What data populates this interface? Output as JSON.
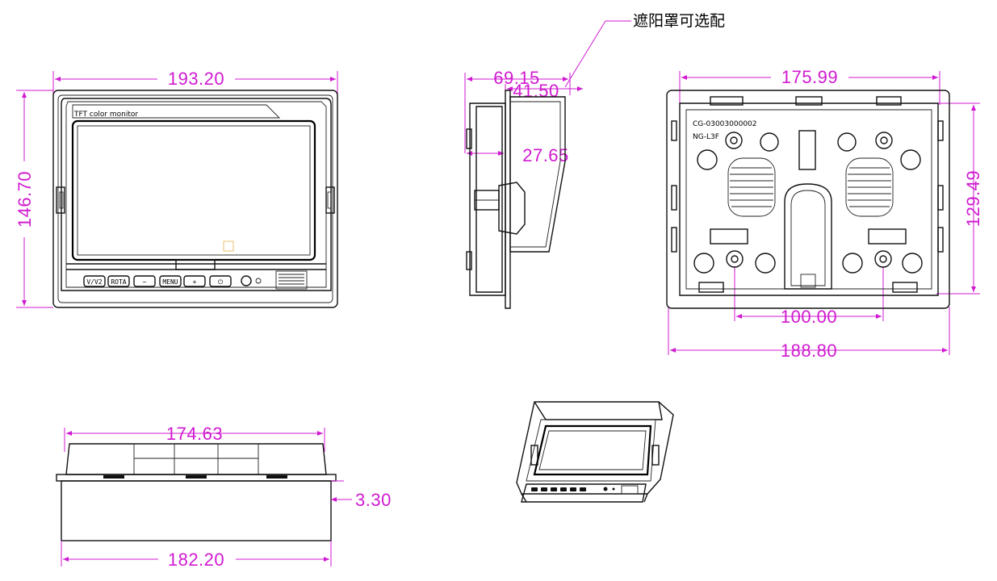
{
  "dimensions": {
    "front_width": "193.20",
    "front_height": "146.70",
    "side_depth_total": "69.15",
    "side_depth_visor": "41.50",
    "side_depth_body": "27.65",
    "back_width_inner": "175.99",
    "back_height": "129.49",
    "back_hole_spacing": "100.00",
    "back_width_outer": "188.80",
    "bottom_top_width": "174.63",
    "bottom_flange": "3.30",
    "bottom_width": "182.20"
  },
  "annotations": {
    "sunshade_note": "遮阳罩可选配"
  },
  "front_panel": {
    "brand_text": "TFT color monitor",
    "buttons": [
      "V/V2",
      "ROTA",
      "−",
      "MENU",
      "+",
      "⏻"
    ]
  },
  "back_panel": {
    "part_number": "CG-03003000002",
    "model": "NG-L3F"
  }
}
